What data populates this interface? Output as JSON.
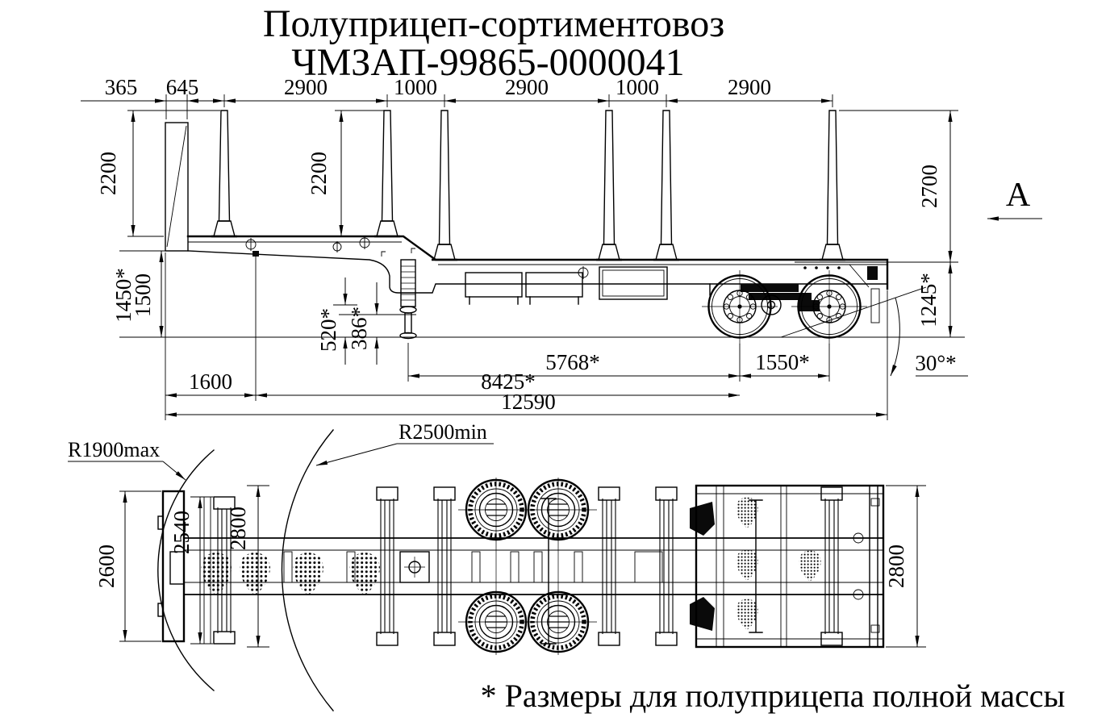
{
  "title": {
    "line1": "Полуприцеп-сортиментовоз",
    "line2": "ЧМЗАП-99865-0000041"
  },
  "footnote": "* Размеры для полуприцепа полной массы",
  "side_view": {
    "top_dims": [
      "365",
      "645",
      "2900",
      "1000",
      "2900",
      "1000",
      "2900"
    ],
    "stake_height_left": "2200",
    "stake_height_mid": "2200",
    "height_loaded": "1450*",
    "height_unloaded": "1500",
    "clearance_front": "520*",
    "clearance_rear": "386*",
    "overall_height": "2700",
    "rear_frame_height": "1245*",
    "front_overhang": "1600",
    "support_to_bogie": "5768*",
    "kingpin_to_bogie": "8425*",
    "axle_spacing": "1550*",
    "overall_length": "12590",
    "departure_angle": "30°*",
    "view_label": "А"
  },
  "plan_view": {
    "radius_max": "R1900max",
    "radius_min": "R2500min",
    "front_width": "2600",
    "front_bunk_width": "2540",
    "bunk_width": "2800",
    "deck_width": "2800"
  }
}
